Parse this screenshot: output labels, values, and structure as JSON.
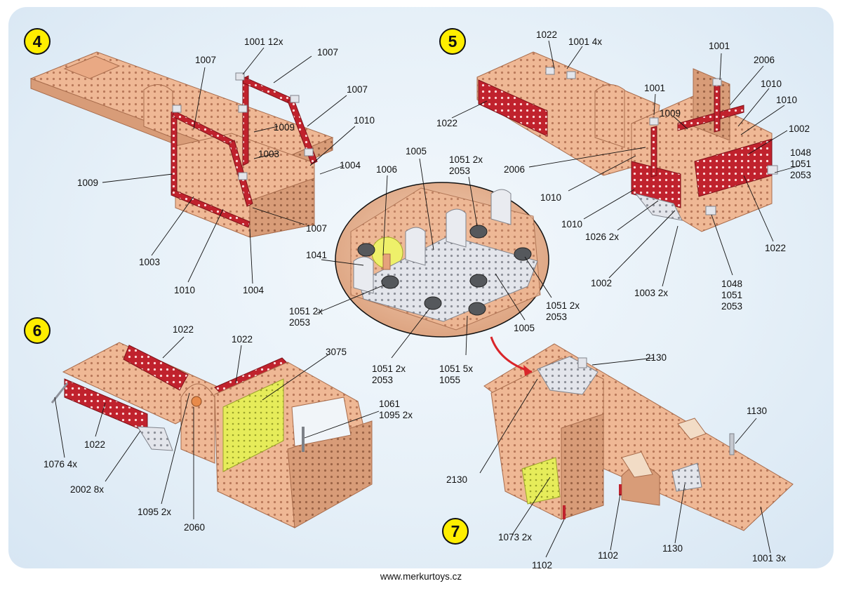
{
  "steps": [
    "4",
    "5",
    "6",
    "7"
  ],
  "colors": {
    "beige": "#efb895",
    "beige_dark": "#c98f6c",
    "red": "#c0222d",
    "red_dark": "#8e1720",
    "yellow": "#eaf05a",
    "silver": "#e2e4ea",
    "nut": "#55585c",
    "step_badge": "#ffee00",
    "arrow": "#d9252a"
  },
  "labels": {
    "s4": {
      "l1": "1001 12x",
      "l2": "1007",
      "l3": "1007",
      "l4": "1007",
      "l5": "1009",
      "l6": "1010",
      "l7": "1003",
      "l8": "1004",
      "l9": "1009",
      "l10": "1003",
      "l11": "1010",
      "l12": "1004",
      "l13": "1007"
    },
    "s5": {
      "l1": "1022",
      "l2": "1001 4x",
      "l3": "1001",
      "l4": "2006",
      "l5": "1010",
      "l6": "1010",
      "l7": "1001",
      "l8": "1009",
      "l9": "1022",
      "l10": "2006",
      "l11": "1002",
      "l12": "1048\n1051\n2053",
      "l13": "1010",
      "l14": "1010",
      "l15": "1026 2x",
      "l16": "1002",
      "l17": "1003 2x",
      "l18": "1048\n1051\n2053",
      "l19": "1022"
    },
    "detail": {
      "l1": "1005",
      "l2": "1006",
      "l3": "1051 2x\n2053",
      "l4": "1041",
      "l5": "1051 2x\n2053",
      "l6": "1051 2x\n2053",
      "l7": "1051 5x\n1055",
      "l8": "1005",
      "l9": "1051 2x\n2053"
    },
    "s6": {
      "l1": "1022",
      "l2": "1022",
      "l3": "3075",
      "l4": "1061\n1095 2x",
      "l5": "1022",
      "l6": "1076 4x",
      "l7": "2002 8x",
      "l8": "1095 2x",
      "l9": "2060"
    },
    "s7": {
      "l1": "2130",
      "l2": "1130",
      "l3": "2130",
      "l4": "1073 2x",
      "l5": "1102",
      "l6": "1102",
      "l7": "1130",
      "l8": "1001 3x"
    }
  },
  "footer": "www.merkurtoys.cz"
}
